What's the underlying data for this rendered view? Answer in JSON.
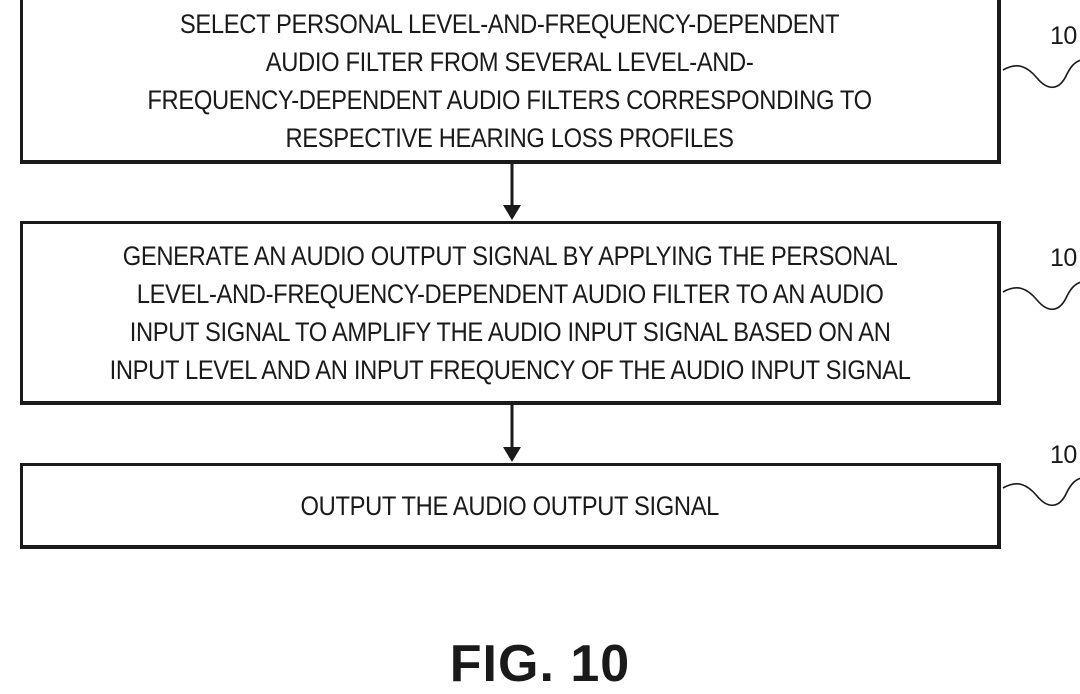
{
  "steps": [
    {
      "lines": [
        "SELECT PERSONAL LEVEL-AND-FREQUENCY-DEPENDENT",
        "AUDIO FILTER FROM SEVERAL LEVEL-AND-",
        "FREQUENCY-DEPENDENT AUDIO FILTERS CORRESPONDING TO",
        "RESPECTIVE HEARING LOSS PROFILES"
      ],
      "ref": "10"
    },
    {
      "lines": [
        "GENERATE AN AUDIO OUTPUT SIGNAL BY APPLYING THE PERSONAL",
        "LEVEL-AND-FREQUENCY-DEPENDENT AUDIO FILTER TO AN AUDIO",
        "INPUT SIGNAL TO AMPLIFY THE AUDIO INPUT SIGNAL BASED ON AN",
        "INPUT LEVEL AND AN INPUT FREQUENCY OF THE AUDIO INPUT SIGNAL"
      ],
      "ref": "10"
    },
    {
      "lines": [
        "OUTPUT THE AUDIO OUTPUT SIGNAL"
      ],
      "ref": "10"
    }
  ],
  "figure_title": "FIG. 10"
}
